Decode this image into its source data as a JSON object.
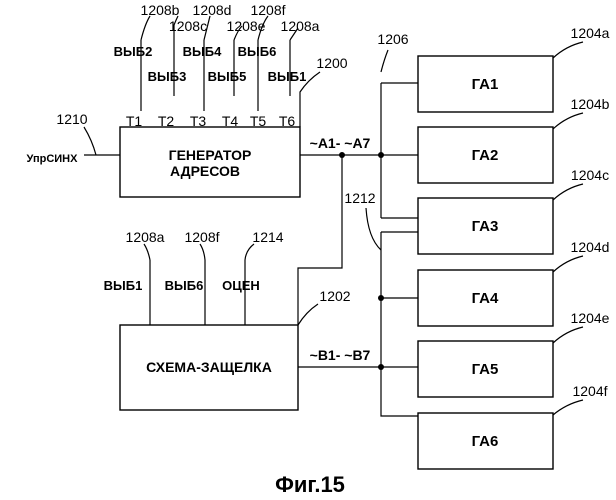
{
  "figure": {
    "caption": "Фиг.15",
    "address_generator": {
      "ref": "1200",
      "label_line1": "ГЕНЕРАТОР",
      "label_line2": "АДРЕСОВ",
      "input_signal": "УпрСИНХ",
      "input_ref": "1210",
      "terminals": [
        "T1",
        "T2",
        "T3",
        "T4",
        "T5",
        "T6"
      ],
      "select_lines": [
        {
          "ref": "1208b",
          "label": "ВЫБ2"
        },
        {
          "ref": "1208c",
          "label": "ВЫБ3"
        },
        {
          "ref": "1208d",
          "label": "ВЫБ4"
        },
        {
          "ref": "1208e",
          "label": "ВЫБ5"
        },
        {
          "ref": "1208f",
          "label": "ВЫБ6"
        },
        {
          "ref": "1208a",
          "label": "ВЫБ1"
        }
      ],
      "output_bus": "~A1- ~A7",
      "bus_ref": "1206"
    },
    "latch": {
      "ref": "1202",
      "label": "СХЕМА-ЗАЩЕЛКА",
      "inputs": [
        {
          "ref": "1208a",
          "label": "ВЫБ1"
        },
        {
          "ref": "1208f",
          "label": "ВЫБ6"
        },
        {
          "ref": "1214",
          "label": "ОЦЕН"
        }
      ],
      "output_bus": "~B1- ~B7",
      "bus_ref": "1212"
    },
    "groups": [
      {
        "ref": "1204a",
        "label": "ГА1"
      },
      {
        "ref": "1204b",
        "label": "ГА2"
      },
      {
        "ref": "1204c",
        "label": "ГА3"
      },
      {
        "ref": "1204d",
        "label": "ГА4"
      },
      {
        "ref": "1204e",
        "label": "ГА5"
      },
      {
        "ref": "1204f",
        "label": "ГА6"
      }
    ]
  }
}
